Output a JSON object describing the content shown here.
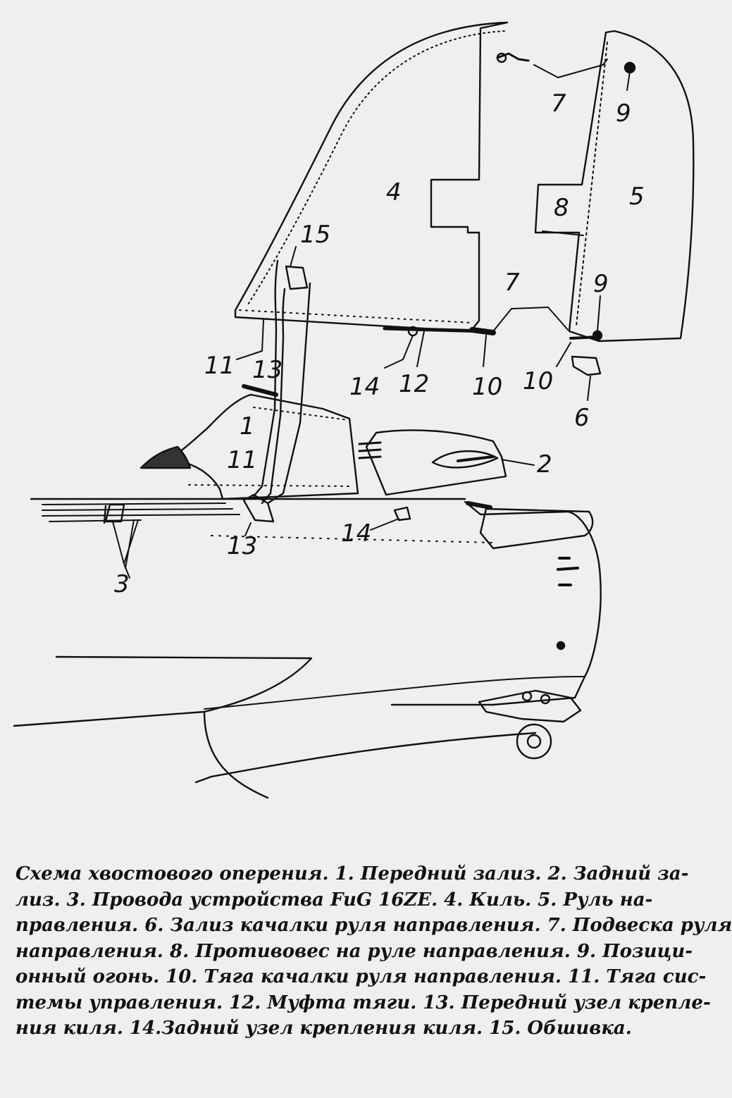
{
  "callouts": {
    "c1": "1",
    "c2": "2",
    "c3": "3",
    "c4": "4",
    "c5": "5",
    "c6": "6",
    "c7a": "7",
    "c7b": "7",
    "c8": "8",
    "c9a": "9",
    "c9b": "9",
    "c10a": "10",
    "c10b": "10",
    "c11a": "11",
    "c11b": "11",
    "c12": "12",
    "c13a": "13",
    "c13b": "13",
    "c14a": "14",
    "c14b": "14",
    "c15": "15"
  },
  "caption": {
    "lines": [
      "Схема хвостового оперения. 1. Передний зализ. 2. Задний за-",
      "лиз. 3. Провода устройства FuG 16ZE. 4. Киль. 5. Руль на-",
      "правления. 6. Зализ качалки руля направления. 7. Подвеска руля",
      "направления. 8. Противовес на руле направления. 9. Позици-",
      "онный огонь. 10. Тяга качалки руля направления. 11. Тяга сис-",
      "темы управления. 12. Муфта тяги. 13. Передний узел крепле-",
      "ния киля. 14.Задний узел крепления киля. 15. Обшивка."
    ]
  }
}
